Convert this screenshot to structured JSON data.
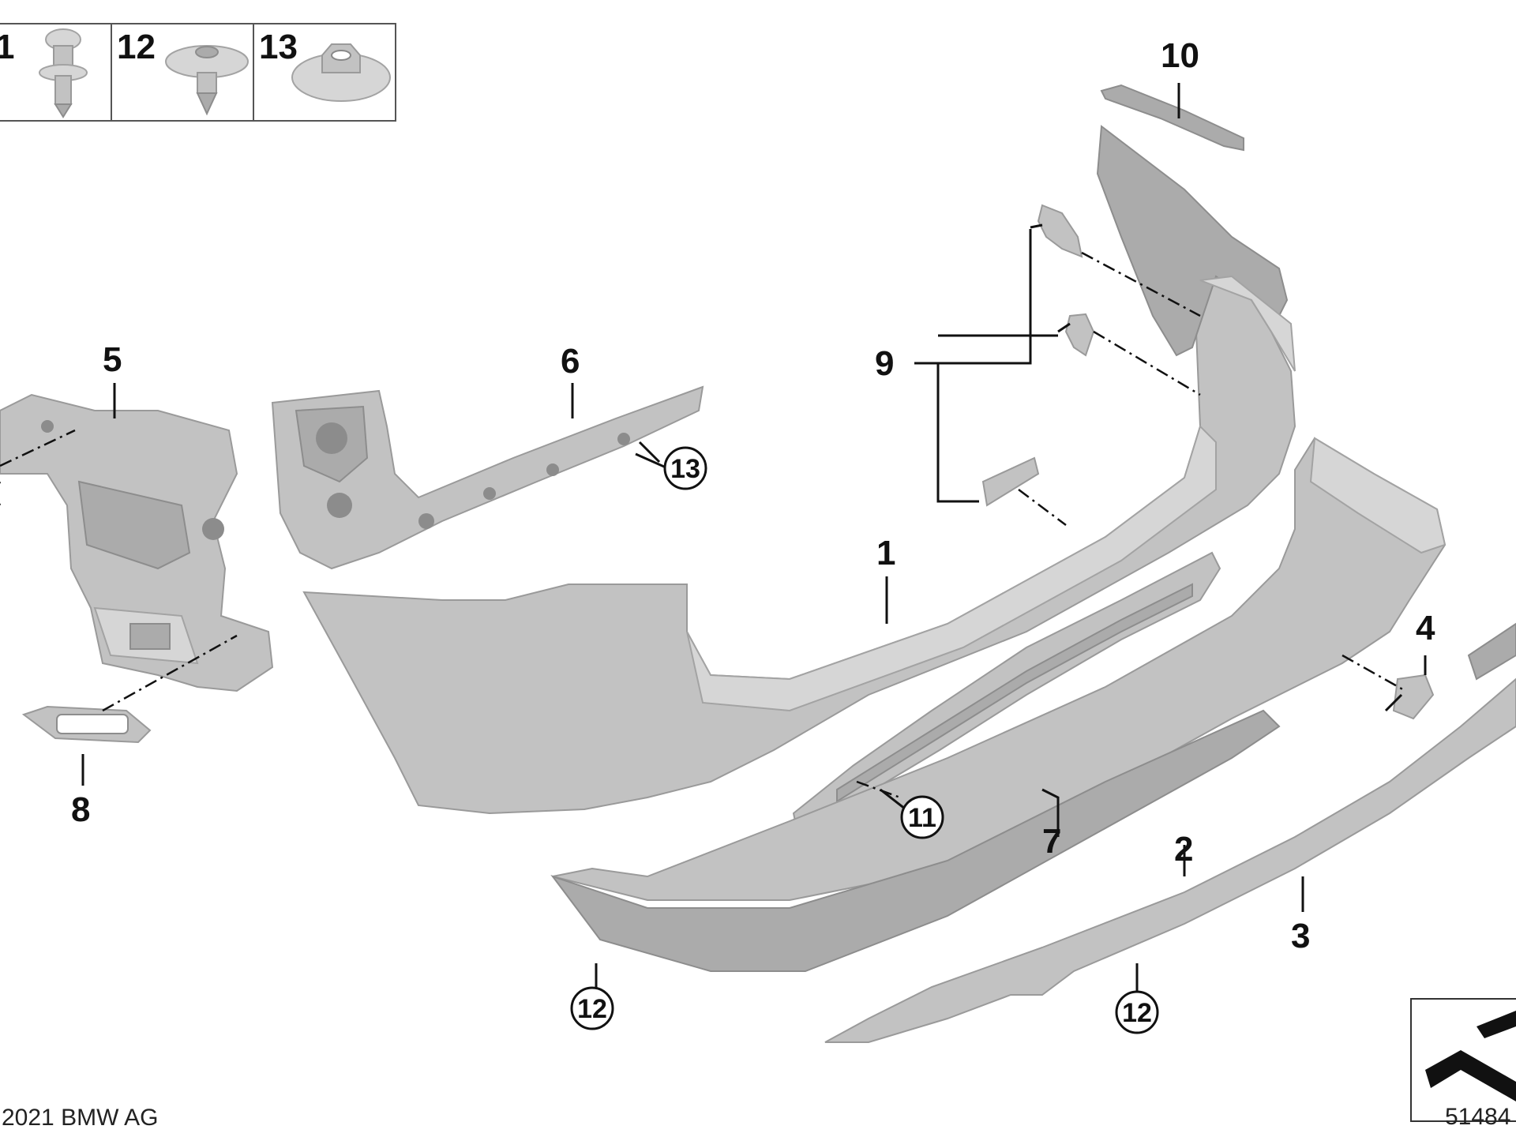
{
  "header_parts": [
    {
      "id": "hdr-11",
      "label": "1"
    },
    {
      "id": "hdr-12",
      "label": "12"
    },
    {
      "id": "hdr-13",
      "label": "13"
    }
  ],
  "callouts": {
    "c1": "1",
    "c2": "2",
    "c3": "3",
    "c4": "4",
    "c5": "5",
    "c6": "6",
    "c7": "7",
    "c8": "8",
    "c9": "9",
    "c10": "10"
  },
  "circled": {
    "c11": "11",
    "c12a": "12",
    "c12b": "12",
    "c13": "13"
  },
  "footer": {
    "copyright": "2021 BMW AG",
    "diagram_number": "51484"
  }
}
